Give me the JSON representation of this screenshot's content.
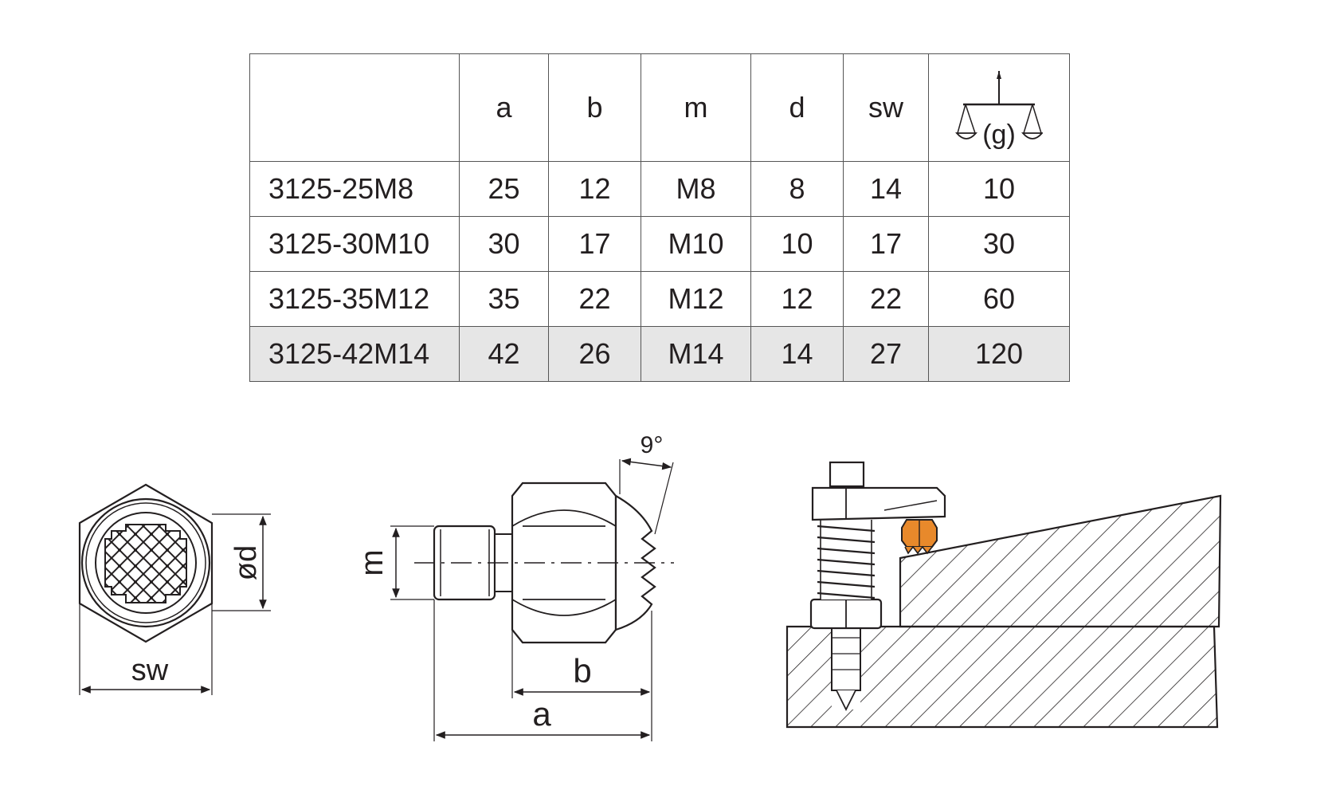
{
  "table": {
    "headers": [
      "",
      "a",
      "b",
      "m",
      "d",
      "sw"
    ],
    "weight_unit": "(g)",
    "weight_icon": "balance-scale-icon",
    "rows": [
      {
        "code": "3125-25M8",
        "a": "25",
        "b": "12",
        "m": "M8",
        "d": "8",
        "sw": "14",
        "g": "10"
      },
      {
        "code": "3125-30M10",
        "a": "30",
        "b": "17",
        "m": "M10",
        "d": "10",
        "sw": "17",
        "g": "30"
      },
      {
        "code": "3125-35M12",
        "a": "35",
        "b": "22",
        "m": "M12",
        "d": "12",
        "sw": "22",
        "g": "60"
      },
      {
        "code": "3125-42M14",
        "a": "42",
        "b": "26",
        "m": "M14",
        "d": "14",
        "sw": "27",
        "g": "120"
      }
    ],
    "highlight_row_color": "#e6e6e6"
  },
  "drawings": {
    "front_view": {
      "label_sw": "sw",
      "label_d": "ød"
    },
    "side_view": {
      "label_m": "m",
      "label_b": "b",
      "label_a": "a",
      "label_angle": "9°"
    },
    "application_view": {
      "accent_color": "#e8892b"
    }
  }
}
